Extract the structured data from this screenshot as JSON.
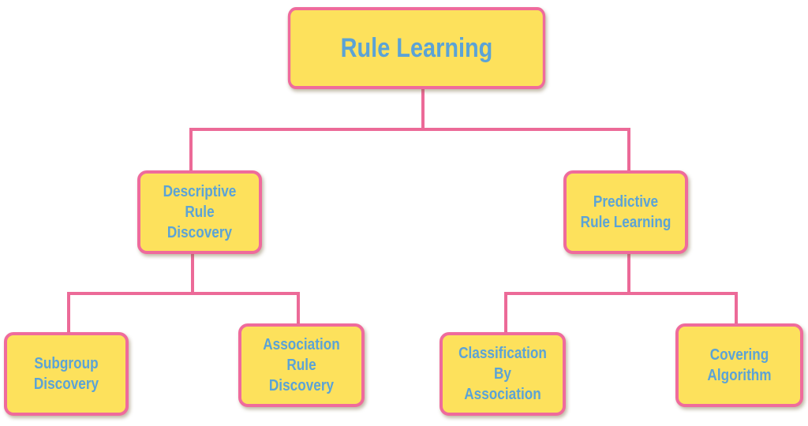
{
  "diagram": {
    "root": {
      "label": "Rule Learning"
    },
    "branches": [
      {
        "label": "Descriptive Rule Discovery",
        "children": [
          {
            "label": "Subgroup Discovery"
          },
          {
            "label": "Association Rule Discovery"
          }
        ]
      },
      {
        "label": "Predictive Rule Learning",
        "children": [
          {
            "label": "Classification By Association"
          },
          {
            "label": "Covering Algorithm"
          }
        ]
      }
    ]
  },
  "colors": {
    "node_fill": "#fde15c",
    "node_border": "#ef6b9c",
    "connector": "#ec6a98",
    "text": "#5ba3d6"
  }
}
